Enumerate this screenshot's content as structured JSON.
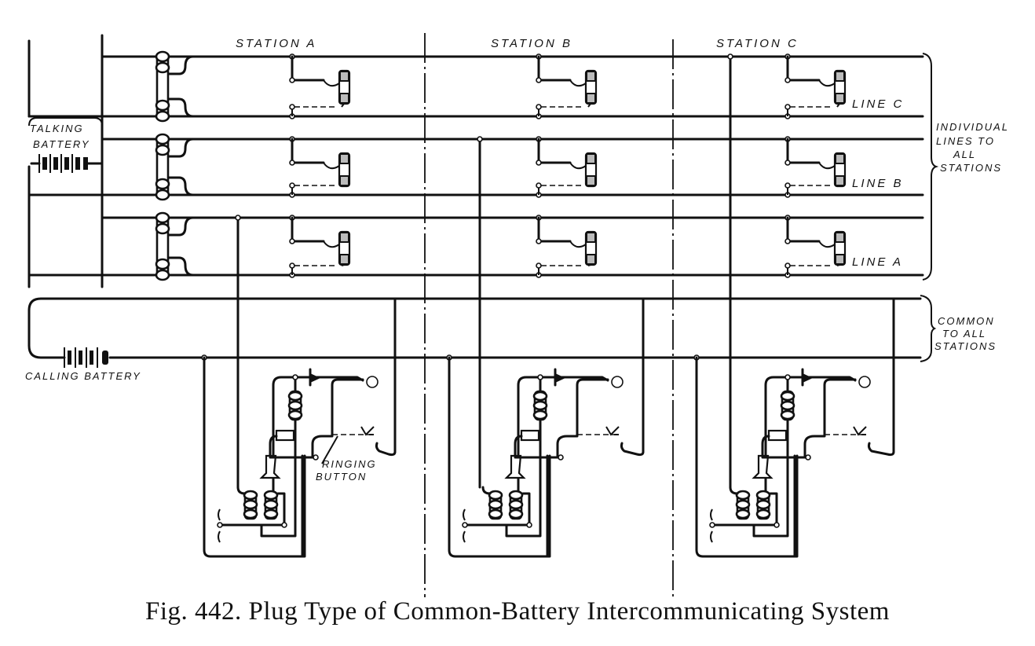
{
  "figure": {
    "caption": "Fig. 442.   Plug Type of Common-Battery Intercommunicating System"
  },
  "stations": [
    {
      "label": "STATION A"
    },
    {
      "label": "STATION B"
    },
    {
      "label": "STATION C"
    }
  ],
  "lines": [
    {
      "label": "LINE C"
    },
    {
      "label": "LINE B"
    },
    {
      "label": "LINE A"
    }
  ],
  "batteries": {
    "talking": {
      "line1": "TALKING",
      "line2": "BATTERY"
    },
    "calling": {
      "label": "CALLING BATTERY"
    }
  },
  "braces": {
    "individual": [
      "INDIVIDUAL",
      "LINES TO",
      "ALL",
      "STATIONS"
    ],
    "common": [
      "COMMON",
      "TO ALL",
      "STATIONS"
    ]
  },
  "annotations": {
    "ringing_button": [
      "RINGING",
      "BUTTON"
    ]
  }
}
